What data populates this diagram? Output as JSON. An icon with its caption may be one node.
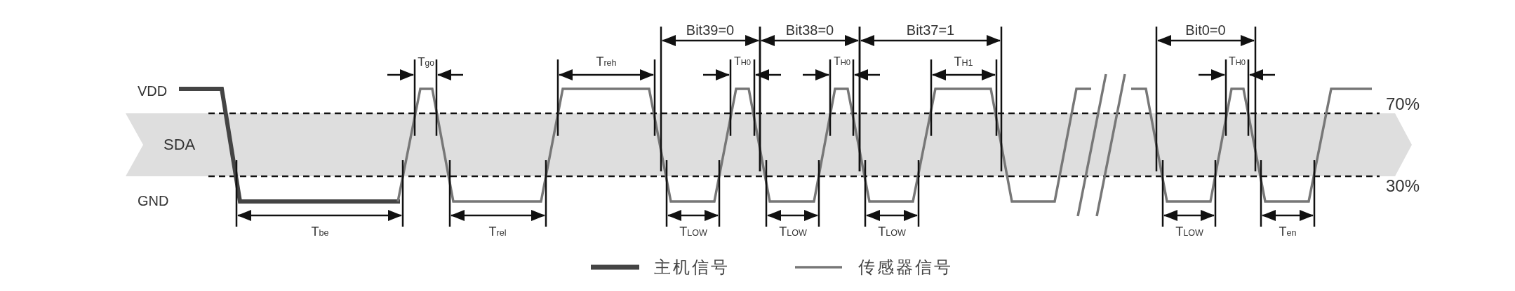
{
  "diagram": {
    "nodes": [
      {
        "text": [
          "SDA"
        ]
      }
    ],
    "edges": [],
    "labels": [
      "Bit39=0",
      "Bit38=0",
      "Bit37=1",
      "Bit0=0",
      "T$_{go}$",
      "T$_{reh}$",
      "T$_{H0}$",
      "T$_{H0}$",
      "T$_{H1}$",
      "T$_{H0}$",
      "VDD",
      "70%",
      "GND",
      "30%",
      "T$_{be}$",
      "T$_{rel}$",
      "T$_{LOW}$",
      "T$_{LOW}$",
      "T$_{LOW}$",
      "T$_{LOW}$",
      "T$_{en}$"
    ],
    "legend": [
      {
        "text": "主机信号"
      },
      {
        "text": "传感器信号"
      }
    ]
  }
}
